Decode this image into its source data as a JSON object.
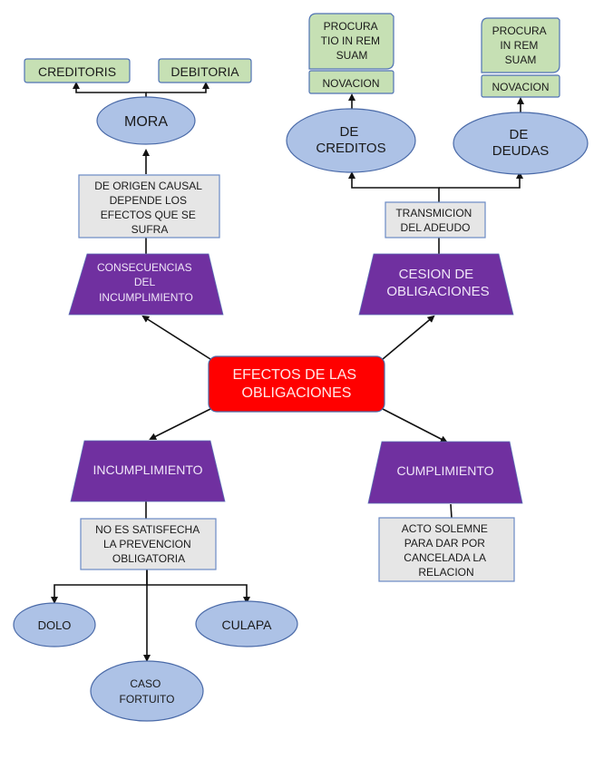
{
  "diagram": {
    "center": {
      "lines": [
        "EFECTOS DE LAS",
        "OBLIGACIONES"
      ],
      "color": "#ff0000"
    },
    "consecuencias": {
      "label": [
        "CONSECUENCIAS",
        "DEL",
        "INCUMPLIMIENTO"
      ],
      "note": [
        "DE ORIGEN CAUSAL",
        "DEPENDE LOS",
        "EFECTOS QUE SE",
        "SUFRA"
      ],
      "mora": "MORA",
      "mora_children": [
        "CREDITORIS",
        "DEBITORIA"
      ]
    },
    "cesion": {
      "label": [
        "CESION DE",
        "OBLIGACIONES"
      ],
      "note": [
        "TRANSMICION",
        "DEL ADEUDO"
      ],
      "de_creditos": {
        "label": [
          "DE",
          "CREDITOS"
        ],
        "novacion": "NOVACION",
        "procura": [
          "PROCURA",
          "TIO IN REM",
          "SUAM"
        ]
      },
      "de_deudas": {
        "label": [
          "DE",
          "DEUDAS"
        ],
        "novacion": "NOVACION",
        "procura": [
          "PROCURA",
          "IN REM",
          "SUAM"
        ]
      }
    },
    "incumplimiento": {
      "label": "INCUMPLIMIENTO",
      "note": [
        "NO ES SATISFECHA",
        "LA PREVENCION",
        "OBLIGATORIA"
      ],
      "children": {
        "dolo": "DOLO",
        "culapa": "CULAPA",
        "caso": [
          "CASO",
          "FORTUITO"
        ]
      }
    },
    "cumplimiento": {
      "label": "CUMPLIMIENTO",
      "note": [
        "ACTO SOLEMNE",
        "PARA DAR POR",
        "CANCELADA LA",
        "RELACION"
      ]
    },
    "colors": {
      "purple": "#7030a0",
      "green": "#c6e0b4",
      "oval": "#adc2e6",
      "gray": "#e6e6e6"
    }
  }
}
